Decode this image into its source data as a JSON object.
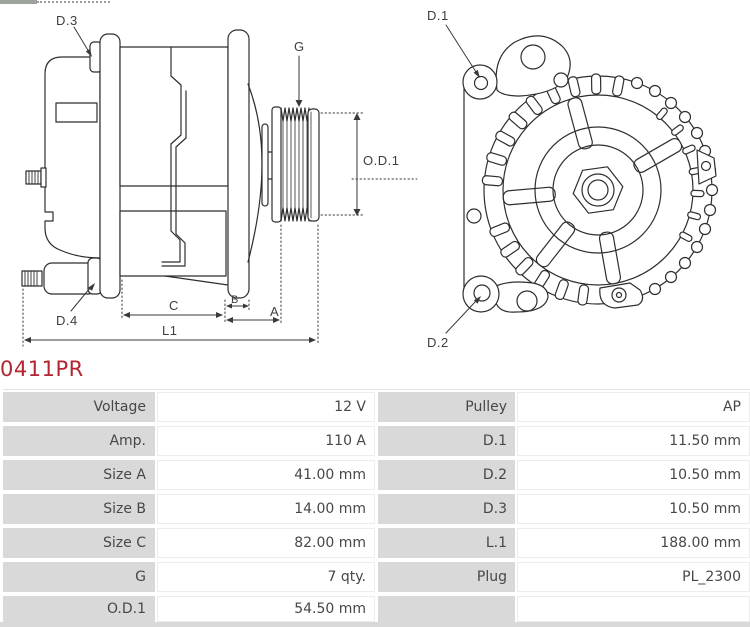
{
  "part_number": "0411PR",
  "diagram": {
    "labels": {
      "d1": "D.1",
      "d2": "D.2",
      "d3": "D.3",
      "d4": "D.4",
      "g": "G",
      "od1": "O.D.1",
      "a": "A",
      "b": "B",
      "c": "C",
      "l1": "L1"
    }
  },
  "table": {
    "rows": [
      {
        "l1": "Voltage",
        "v1": "12 V",
        "l2": "Pulley",
        "v2": "AP"
      },
      {
        "l1": "Amp.",
        "v1": "110 A",
        "l2": "D.1",
        "v2": "11.50 mm"
      },
      {
        "l1": "Size A",
        "v1": "41.00 mm",
        "l2": "D.2",
        "v2": "10.50 mm"
      },
      {
        "l1": "Size B",
        "v1": "14.00 mm",
        "l2": "D.3",
        "v2": "10.50 mm"
      },
      {
        "l1": "Size C",
        "v1": "82.00 mm",
        "l2": "L.1",
        "v2": "188.00 mm"
      },
      {
        "l1": "G",
        "v1": "7 qty.",
        "l2": "Plug",
        "v2": "PL_2300"
      },
      {
        "l1": "O.D.1",
        "v1": "54.50 mm",
        "l2": "",
        "v2": ""
      }
    ]
  }
}
